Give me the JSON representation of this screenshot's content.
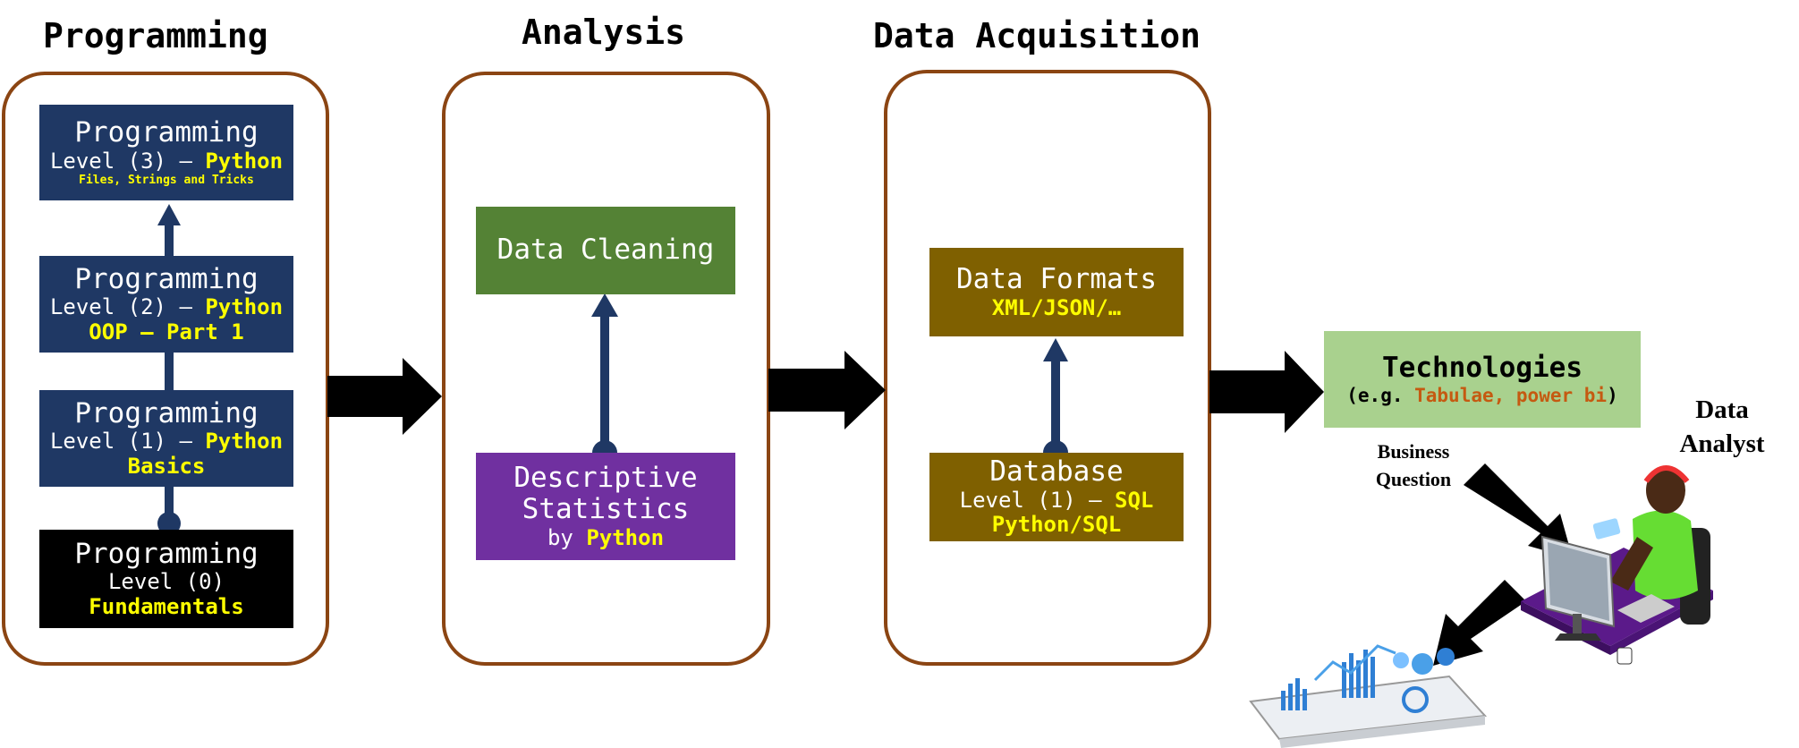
{
  "titles": {
    "programming": "Programming",
    "analysis": "Analysis",
    "acquisition": "Data Acquisition"
  },
  "programming": {
    "level3": {
      "title": "Programming",
      "level": "Level (3) – ",
      "lang": "Python",
      "sub": "Files, Strings and Tricks"
    },
    "level2": {
      "title": "Programming",
      "level": "Level (2) – ",
      "lang": "Python",
      "sub": "OOP – Part 1"
    },
    "level1": {
      "title": "Programming",
      "level": "Level (1) – ",
      "lang": "Python",
      "sub": "Basics"
    },
    "level0": {
      "title": "Programming",
      "level": "Level (0)",
      "sub": "Fundamentals"
    }
  },
  "analysis": {
    "cleaning": "Data Cleaning",
    "descriptive": {
      "line1": "Descriptive",
      "line2": "Statistics",
      "by": "by ",
      "lang": "Python"
    }
  },
  "acquisition": {
    "formats": {
      "title": "Data Formats",
      "sub": "XML/JSON/…"
    },
    "database": {
      "title": "Database",
      "level": "Level (1) – ",
      "lang": "SQL",
      "sub": "Python/SQL"
    }
  },
  "technologies": {
    "title": "Technologies",
    "prefix": "(e.g. ",
    "tools": "Tabulae, power bi",
    "suffix": ")"
  },
  "labels": {
    "business_question": "Business\nQuestion",
    "data_analyst": "Data\nAnalyst"
  },
  "colors": {
    "panel_border": "#8B4513",
    "navy": "#1f3864",
    "green": "#548235",
    "purple": "#7030a0",
    "brown": "#7f6000",
    "light_green": "#a9d18e",
    "highlight": "#ffff00",
    "tool_orange": "#c55a11"
  }
}
